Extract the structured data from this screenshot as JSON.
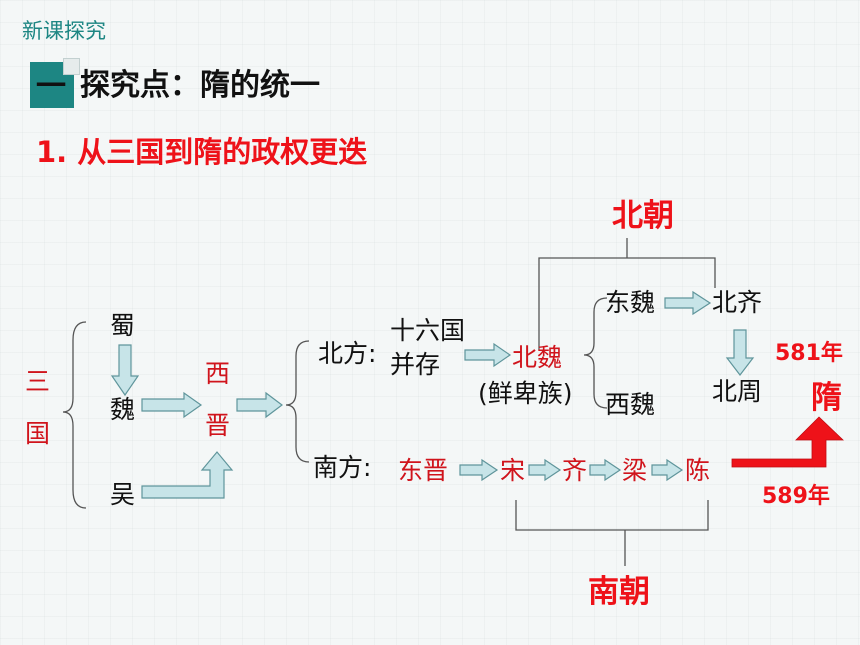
{
  "header": {
    "section_label": "新课探究",
    "topic_number": "一",
    "topic_title": "探究点：隋的统一"
  },
  "subtitle": "1. 从三国到隋的政权更迭",
  "diagram": {
    "three_kingdoms": {
      "label_char_1": "三",
      "label_char_2": "国",
      "shu": "蜀",
      "wei": "魏",
      "wu": "吴"
    },
    "western_jin": {
      "char_1": "西",
      "char_2": "晋"
    },
    "north": {
      "region_label": "北方:",
      "sixteen_kingdoms": "十六国",
      "coexist": "并存",
      "northern_wei": "北魏",
      "ethnic_note": "(鲜卑族)",
      "eastern_wei": "东魏",
      "northern_qi": "北齐",
      "western_wei": "西魏",
      "northern_zhou": "北周",
      "group_label": "北朝"
    },
    "south": {
      "region_label": "南方:",
      "eastern_jin": "东晋",
      "song": "宋",
      "qi": "齐",
      "liang": "梁",
      "chen": "陈",
      "group_label": "南朝"
    },
    "sui": {
      "name": "隋",
      "year_founded": "581年",
      "year_unified": "589年"
    }
  },
  "colors": {
    "accent_red": "#ee1219",
    "dynasty_red": "#d0141c",
    "teal": "#1d8683",
    "arrow_fill": "#c7e4e8",
    "arrow_stroke": "#5f959b"
  }
}
